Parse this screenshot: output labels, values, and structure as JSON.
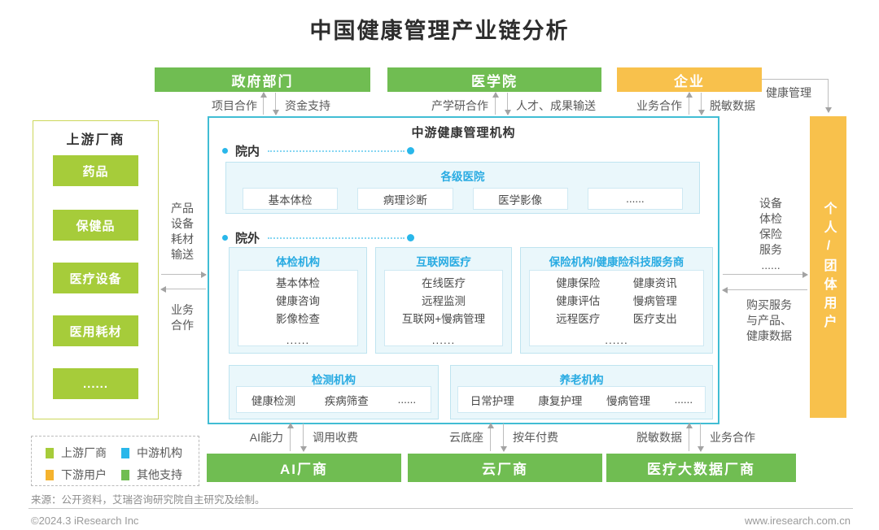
{
  "title": "中国健康管理产业链分析",
  "colors": {
    "green": "#70bd52",
    "lime": "#a6cc3a",
    "yellow": "#f8c14c",
    "cyan_border": "#41bdd4",
    "blue_text": "#29abe2",
    "panel_bg": "#eaf7fb",
    "legend_blue": "#29b7ea",
    "legend_yellow": "#f5b32e"
  },
  "top_boxes": [
    {
      "label": "政府部门",
      "color": "#70bd52",
      "up_label": "项目合作",
      "down_label": "资金支持"
    },
    {
      "label": "医学院",
      "color": "#70bd52",
      "up_label": "产学研合作",
      "down_label": "人才、成果输送"
    },
    {
      "label": "企业",
      "color": "#f8c14c",
      "up_label": "业务合作",
      "down_label": "脱敏数据"
    }
  ],
  "enterprise_link_label": "健康管理",
  "upstream": {
    "title": "上游厂商",
    "items": [
      "药品",
      "保健品",
      "医疗设备",
      "医用耗材",
      "......"
    ],
    "color": "#a6cc3a",
    "to_mid_label": "产品\n设备\n耗材\n输送",
    "from_mid_label": "业务\n合作"
  },
  "midstream": {
    "title": "中游健康管理机构",
    "inside": {
      "label": "院内",
      "group": {
        "title": "各级医院",
        "items": [
          "基本体检",
          "病理诊断",
          "医学影像",
          "......"
        ]
      }
    },
    "outside": {
      "label": "院外",
      "groups": [
        {
          "title": "体检机构",
          "items": [
            "基本体检",
            "健康咨询",
            "影像检查"
          ],
          "more": "......"
        },
        {
          "title": "互联网医疗",
          "items": [
            "在线医疗",
            "远程监测",
            "互联网+慢病管理"
          ],
          "more": "......"
        },
        {
          "title": "保险机构/健康险科技服务商",
          "col1": [
            "健康保险",
            "健康评估",
            "远程医疗"
          ],
          "col2": [
            "健康资讯",
            "慢病管理",
            "医疗支出"
          ],
          "more": "......"
        }
      ]
    },
    "bottom_groups": [
      {
        "title": "检测机构",
        "items": [
          "健康检测",
          "疾病筛查",
          "......"
        ]
      },
      {
        "title": "养老机构",
        "items": [
          "日常护理",
          "康复护理",
          "慢病管理",
          "......"
        ]
      }
    ]
  },
  "downstream": {
    "label": "个人/团体用户",
    "color": "#f8c14c",
    "from_mid_label": "设备\n体检\n保险\n服务\n......",
    "to_mid_label": "购买服务\n与产品、\n健康数据"
  },
  "bottom_boxes": [
    {
      "label": "AI厂商",
      "color": "#70bd52",
      "up_label": "AI能力",
      "down_label": "调用收费"
    },
    {
      "label": "云厂商",
      "color": "#70bd52",
      "up_label": "云底座",
      "down_label": "按年付费"
    },
    {
      "label": "医疗大数据厂商",
      "color": "#70bd52",
      "up_label": "脱敏数据",
      "down_label": "业务合作"
    }
  ],
  "legend": {
    "items": [
      {
        "label": "上游厂商",
        "color": "#a6cc3a"
      },
      {
        "label": "中游机构",
        "color": "#29b7ea"
      },
      {
        "label": "下游用户",
        "color": "#f5b32e"
      },
      {
        "label": "其他支持",
        "color": "#70bd52"
      }
    ]
  },
  "source": "来源：公开资料，艾瑞咨询研究院自主研究及绘制。",
  "footer": {
    "left": "©2024.3 iResearch Inc",
    "right": "www.iresearch.com.cn"
  }
}
